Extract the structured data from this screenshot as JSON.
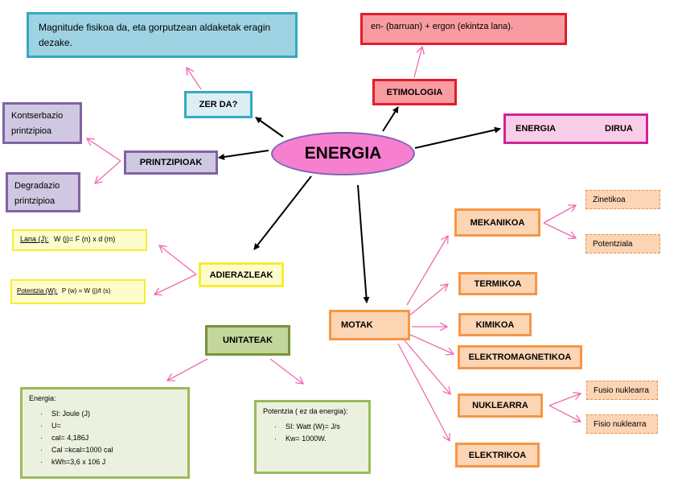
{
  "center": "ENERGIA",
  "zer_da": {
    "label": "ZER DA?",
    "definition": "Magnitude fisikoa da, eta gorputzean aldaketak eragin dezake."
  },
  "etimologia": {
    "label": "ETIMOLOGIA",
    "text": "en- (barruan) + ergon (ekintza lana)."
  },
  "energia_dirua": {
    "left": "ENERGIA",
    "right": "DIRUA"
  },
  "printzipioak": {
    "label": "PRINTZIPIOAK",
    "items": [
      "Kontserbazio printzipioa",
      "Degradazio printzipioa"
    ]
  },
  "adierazleak": {
    "label": "ADIERAZLEAK",
    "lana": {
      "term": "Lana (J):",
      "formula": "W (j)= F (n) x d (m)"
    },
    "potentzia": {
      "term": "Potentzia (W):",
      "formula": "P (w) = W (j)/t (s)"
    }
  },
  "unitateak": {
    "label": "UNITATEAK",
    "energia": {
      "title": "Energia:",
      "items": [
        "SI: Joule (J)",
        "U=",
        "cal= 4,186J",
        "Cal =kcal=1000 cal",
        "kWh=3,6 x 106 J"
      ]
    },
    "potentzia": {
      "title": "Potentzia ( ez da energia):",
      "items": [
        "SI: Watt (W)= J/s",
        "Kw= 1000W."
      ]
    }
  },
  "motak": {
    "label": "MOTAK",
    "types": [
      "MEKANIKOA",
      "TERMIKOA",
      "KIMIKOA",
      "ELEKTROMAGNETIKOA",
      "NUKLEARRA",
      "ELEKTRIKOA"
    ],
    "mekanikoa_sub": [
      "Zinetikoa",
      "Potentziala"
    ],
    "nuklearra_sub": [
      "Fusio nuklearra",
      "Fisio nuklearra"
    ]
  },
  "colors": {
    "arrow_black": "#000000",
    "arrow_pink": "#f06ab0",
    "center_fill": "#f77fcf",
    "center_border": "#7a68b5"
  }
}
